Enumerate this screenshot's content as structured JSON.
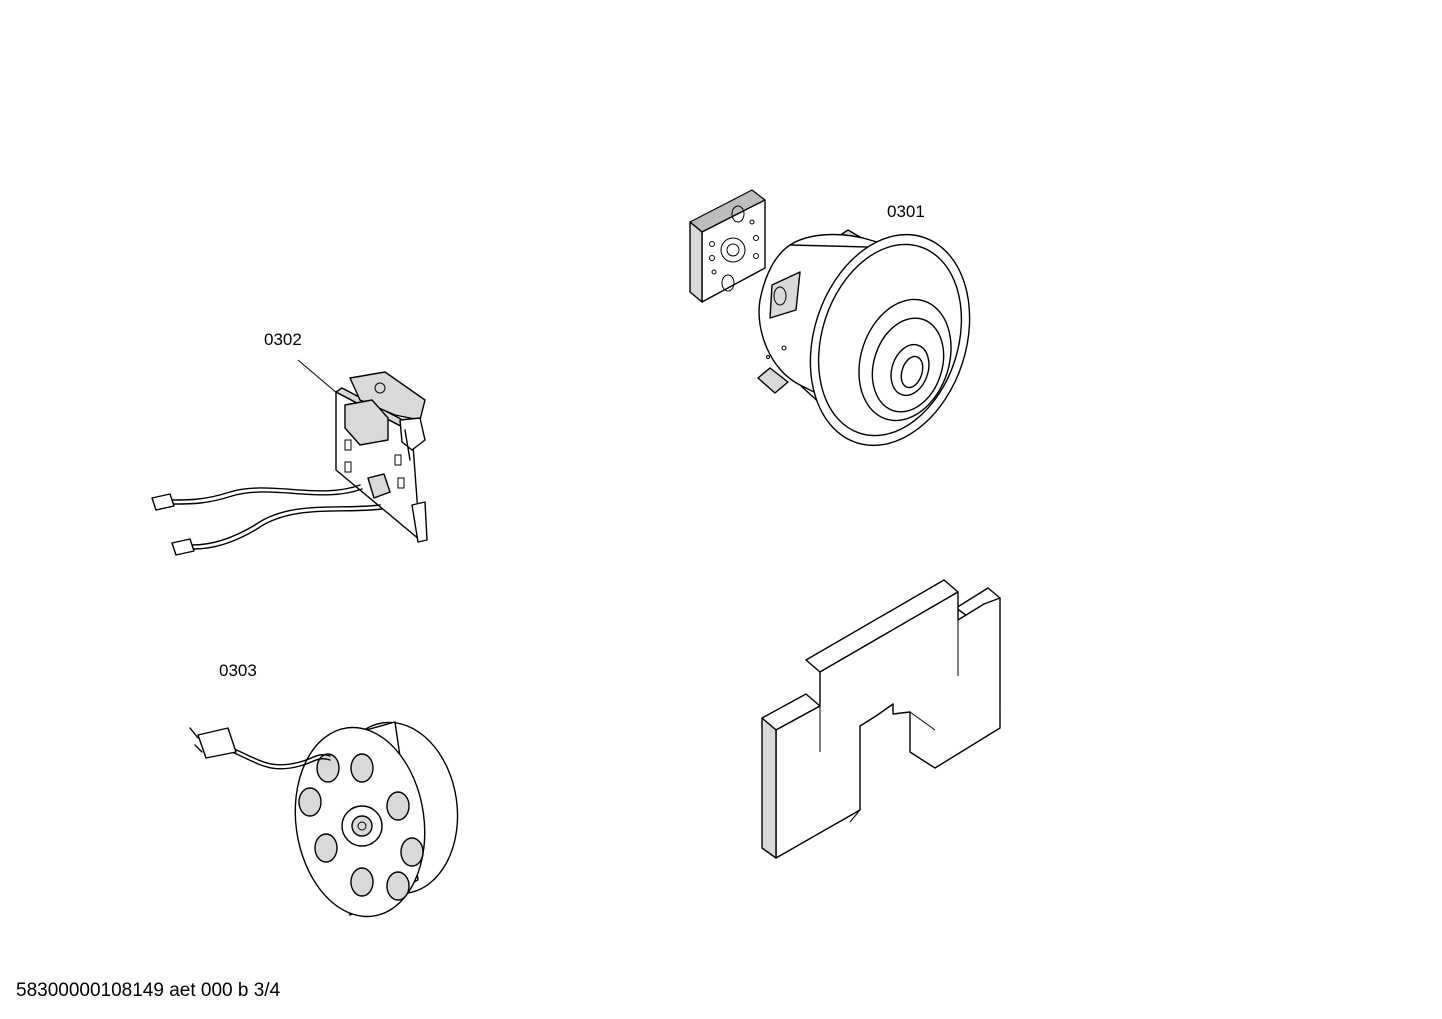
{
  "parts": [
    {
      "id": "0301",
      "label": "0301",
      "depicts": "motor"
    },
    {
      "id": "0302",
      "label": "0302",
      "depicts": "circuit-board"
    },
    {
      "id": "0303",
      "label": "0303",
      "depicts": "cable-reel"
    }
  ],
  "footer": {
    "text": "58300000108149 aet 000 b 3/4"
  },
  "colors": {
    "line": "#000000",
    "fill_light": "#ffffff",
    "fill_shade": "#d9d9d9"
  }
}
